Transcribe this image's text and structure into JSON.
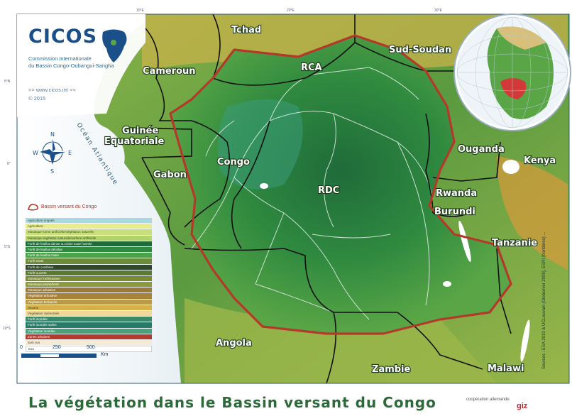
{
  "logo": {
    "title": "CICOS",
    "subtitle_line1": "Commission Internationale",
    "subtitle_line2": "du Bassin Congo-Oubangui-Sangha",
    "url": ">> www.cicos.int <<",
    "year": "© 2015"
  },
  "ocean_label": "Océan Atlantique",
  "compass": {
    "n": "N",
    "s": "S",
    "e": "E",
    "w": "W"
  },
  "countries": [
    {
      "id": "tchad",
      "label": "Tchad"
    },
    {
      "id": "sud-soudan",
      "label": "Sud-Soudan"
    },
    {
      "id": "cameroun",
      "label": "Cameroun"
    },
    {
      "id": "rca",
      "label": "RCA"
    },
    {
      "id": "guinee-1",
      "label": "Guinée"
    },
    {
      "id": "guinee-2",
      "label": "Equatoriale"
    },
    {
      "id": "gabon",
      "label": "Gabon"
    },
    {
      "id": "congo",
      "label": "Congo"
    },
    {
      "id": "rdc",
      "label": "RDC"
    },
    {
      "id": "ouganda",
      "label": "Ouganda"
    },
    {
      "id": "kenya",
      "label": "Kenya"
    },
    {
      "id": "rwanda",
      "label": "Rwanda"
    },
    {
      "id": "burundi",
      "label": "Burundi"
    },
    {
      "id": "tanzanie",
      "label": "Tanzanie"
    },
    {
      "id": "angola",
      "label": "Angola"
    },
    {
      "id": "zambie",
      "label": "Zambie"
    },
    {
      "id": "malawi",
      "label": "Malawi"
    }
  ],
  "legend": {
    "title": "Bassin versant du Congo",
    "items": [
      {
        "label": "Agriculture irriguée",
        "color": "#a8d8e0"
      },
      {
        "label": "Agriculture",
        "color": "#e8ec8a"
      },
      {
        "label": "Mosaïque forme artificielle/végétation naturelle",
        "color": "#c8df7c"
      },
      {
        "label": "Mosaïque végétation naturelle/surface artificielle",
        "color": "#b2d26c"
      },
      {
        "label": "Forêt de feuillus dense ou claire toute l'année",
        "color": "#1f6b3a"
      },
      {
        "label": "Forêt de feuillus décidue",
        "color": "#2f8a3f"
      },
      {
        "label": "Forêt de feuillus claire",
        "color": "#4aa24a"
      },
      {
        "label": "Forêt mixte",
        "color": "#6b8a3a"
      },
      {
        "label": "Forêt de conifères",
        "color": "#2e4a2a"
      },
      {
        "label": "Forêt ouverte",
        "color": "#5a7a32"
      },
      {
        "label": "Mosaïque forêt/savane",
        "color": "#7a8a32"
      },
      {
        "label": "Mosaïque prairie/forêt",
        "color": "#8a9a3c"
      },
      {
        "label": "Mosaïque arbustive",
        "color": "#9a7a3a"
      },
      {
        "label": "Végétation arbustive",
        "color": "#a8823a"
      },
      {
        "label": "Végétation herbacée",
        "color": "#b89a48"
      },
      {
        "label": "Savane",
        "color": "#d8b04a"
      },
      {
        "label": "Végétation clairsemée",
        "color": "#f0d89a"
      },
      {
        "label": "Forêt inondée",
        "color": "#3a8a6a"
      },
      {
        "label": "Forêt inondée saline",
        "color": "#2a7a6a"
      },
      {
        "label": "Végétation inondée",
        "color": "#4aa07a"
      },
      {
        "label": "Zones urbaines",
        "color": "#b23a2e"
      },
      {
        "label": "Sols nus",
        "color": "#f6ead2"
      },
      {
        "label": "Eau",
        "color": "#ffffff"
      }
    ]
  },
  "scale": {
    "zero": "0",
    "mid": "250",
    "max": "500",
    "unit": "Km"
  },
  "caption": "La végétation dans le Bassin versant du Congo",
  "sources": "Sources : ESA 2010 & UCLouvain (Globcover 2009), ESRI (frontières) ...",
  "partners": {
    "cooperation": "coopération allemande",
    "giz": "giz"
  },
  "ticks": {
    "lon10": "10°E",
    "lon20": "20°E",
    "lon30": "30°E",
    "lat5n": "5°N",
    "lat0": "0°",
    "lat5s": "5°S",
    "lat10s": "10°S"
  },
  "colors": {
    "basin_border": "#b33a2a",
    "forest_dark": "#1f6b3a",
    "brand_blue": "#1b4f8a",
    "caption_green": "#2d6a3a"
  }
}
